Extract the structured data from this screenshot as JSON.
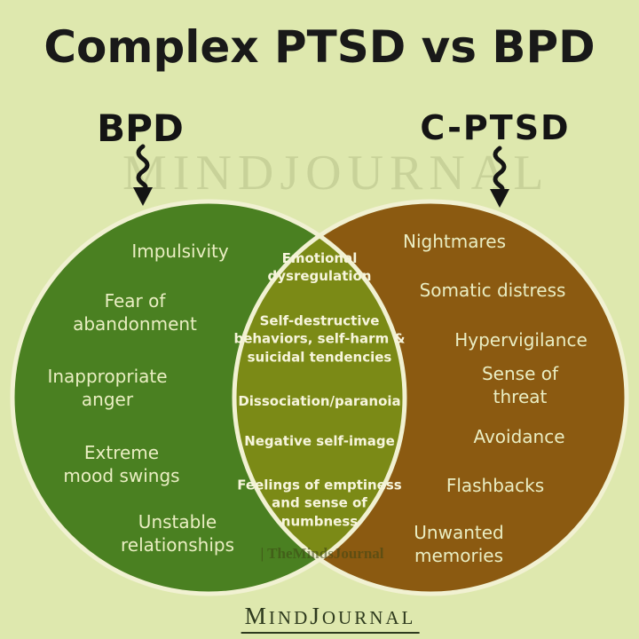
{
  "title": "Complex PTSD vs BPD",
  "colors": {
    "background": "#dee8ae",
    "left_circle": "#4a8021",
    "right_circle": "#8b5a11",
    "overlap": "#7b8a16",
    "circle_outline": "#f1f1d2",
    "circle_text": "#eaeec3",
    "overlap_text": "#f7f5dc",
    "title_text": "#191919",
    "label_text": "#141414",
    "logo_text": "#2e3a1e",
    "watermark_color": "#3c4614"
  },
  "diagram": {
    "type": "venn",
    "left": {
      "label": "BPD",
      "items": [
        [
          "Impulsivity"
        ],
        [
          "Fear of",
          "abandonment"
        ],
        [
          "Inappropriate",
          "anger"
        ],
        [
          "Extreme",
          "mood swings"
        ],
        [
          "Unstable",
          "relationships"
        ]
      ]
    },
    "overlap": {
      "items": [
        [
          "Emotional",
          "dysregulation"
        ],
        [
          "Self-destructive",
          "behaviors, self-harm &",
          "suicidal tendencies"
        ],
        [
          "Dissociation/paranoia"
        ],
        [
          "Negative self-image"
        ],
        [
          "Feelings of emptiness",
          "and sense of",
          "numbness"
        ]
      ]
    },
    "right": {
      "label": "C-PTSD",
      "items": [
        [
          "Nightmares"
        ],
        [
          "Somatic distress"
        ],
        [
          "Hypervigilance"
        ],
        [
          "Sense of threat"
        ],
        [
          "Avoidance"
        ],
        [
          "Flashbacks"
        ],
        [
          "Unwanted",
          "memories"
        ]
      ]
    }
  },
  "watermarks": {
    "center": "MINDJOURNAL",
    "small": "| TheMindsJournal",
    "footer_part1": "MIND",
    "footer_part2": "JOURNAL"
  }
}
